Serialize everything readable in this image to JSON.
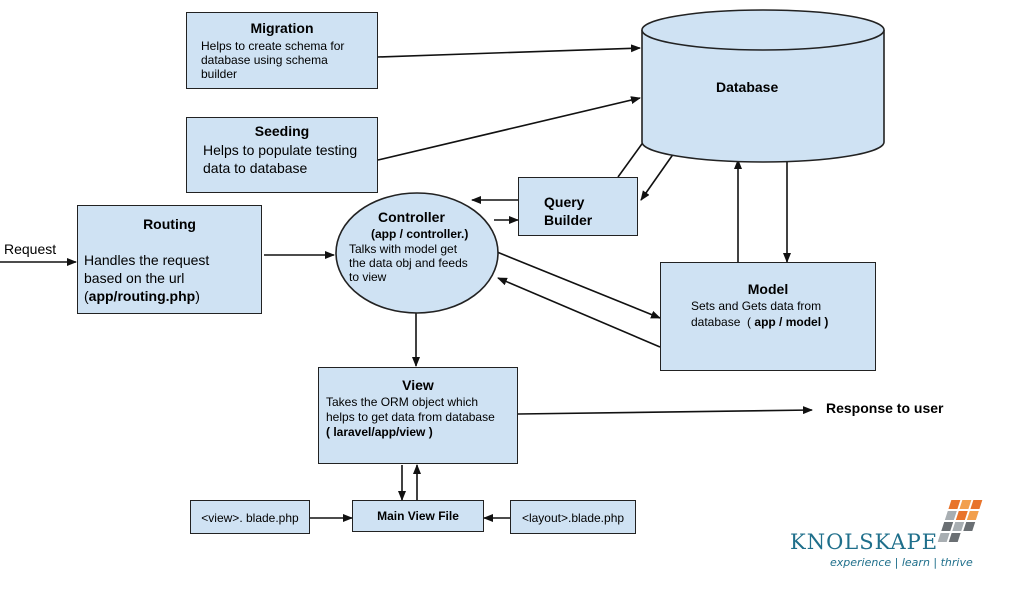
{
  "database": {
    "label": "Database"
  },
  "migration": {
    "title": "Migration",
    "lines": [
      "Helps to create schema for",
      "database using schema",
      "builder"
    ]
  },
  "seeding": {
    "title": "Seeding",
    "lines": [
      "Helps to populate testing",
      "data to database"
    ]
  },
  "routing": {
    "title": "Routing",
    "lines": [
      "Handles the request",
      "based on the url"
    ],
    "path": "app/routing.php",
    "open": "(",
    "close": ")"
  },
  "request_label": "Request",
  "controller": {
    "title": "Controller",
    "path": "(app / controller.)",
    "lines": [
      "Talks with model get",
      "the data obj and feeds",
      "to view"
    ]
  },
  "query_builder": {
    "lines": [
      "Query",
      "Builder"
    ]
  },
  "model": {
    "title": "Model",
    "line1": "Sets and Gets data from",
    "line2_prefix": "database  (",
    "line2_path": "app / model )"
  },
  "view": {
    "title": "View",
    "lines": [
      "Takes the ORM object which",
      "helps to get data from database"
    ],
    "path": "( laravel/app/view )"
  },
  "response_label": "Response to user",
  "main_view_file": {
    "label": "Main View File"
  },
  "view_blade": {
    "label": "<view>. blade.php"
  },
  "layout_blade": {
    "label": "<layout>.blade.php"
  },
  "logo": {
    "name": "KNOLSKAPE",
    "tagline": "experience | learn | thrive",
    "brand_color": "#1f6f8b",
    "accent_colors": [
      "#e8742c",
      "#6a6f73",
      "#a8aeb2",
      "#f2a04e"
    ]
  }
}
